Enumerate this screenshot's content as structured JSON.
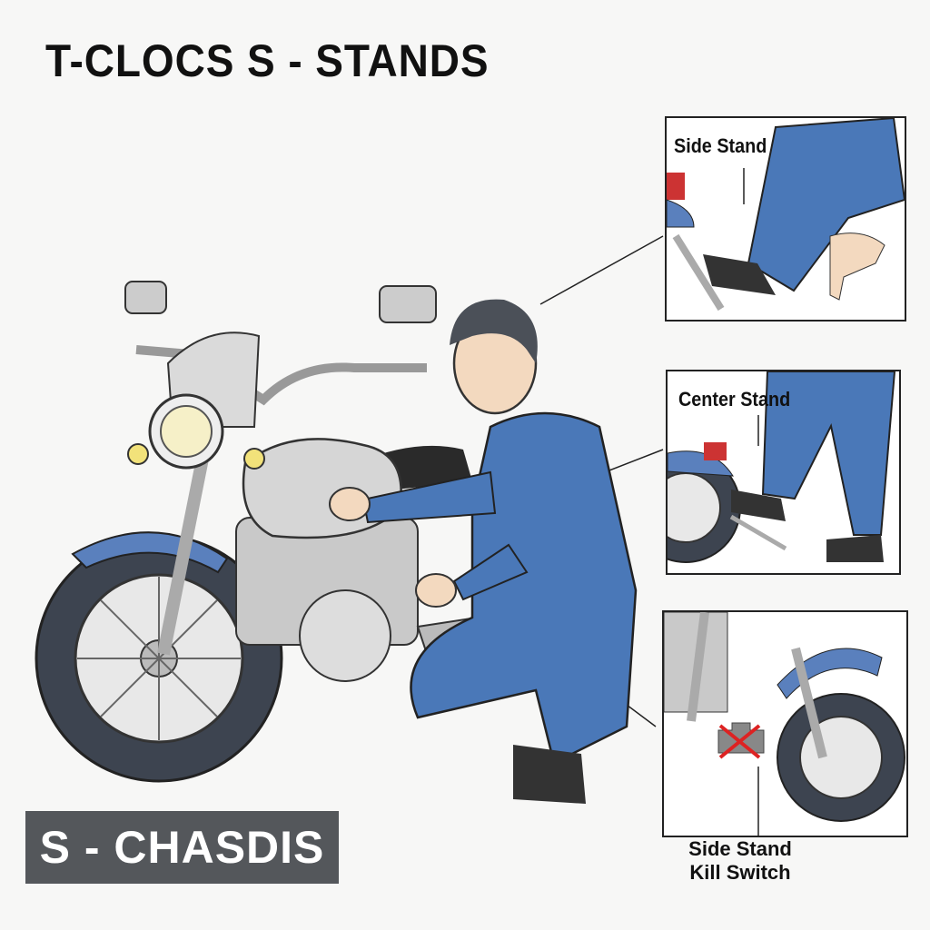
{
  "title": "T-CLOCS S - STANDS",
  "badge": "S - CHASDIS",
  "insets": [
    {
      "label": "Side Stand"
    },
    {
      "label": "Center Stand"
    },
    {
      "label": "Side Stand",
      "label2": "Kill Switch"
    }
  ],
  "colors": {
    "uniform": "#4a78b8",
    "fender": "#5a80bd",
    "badge_bg": "#54575b"
  }
}
